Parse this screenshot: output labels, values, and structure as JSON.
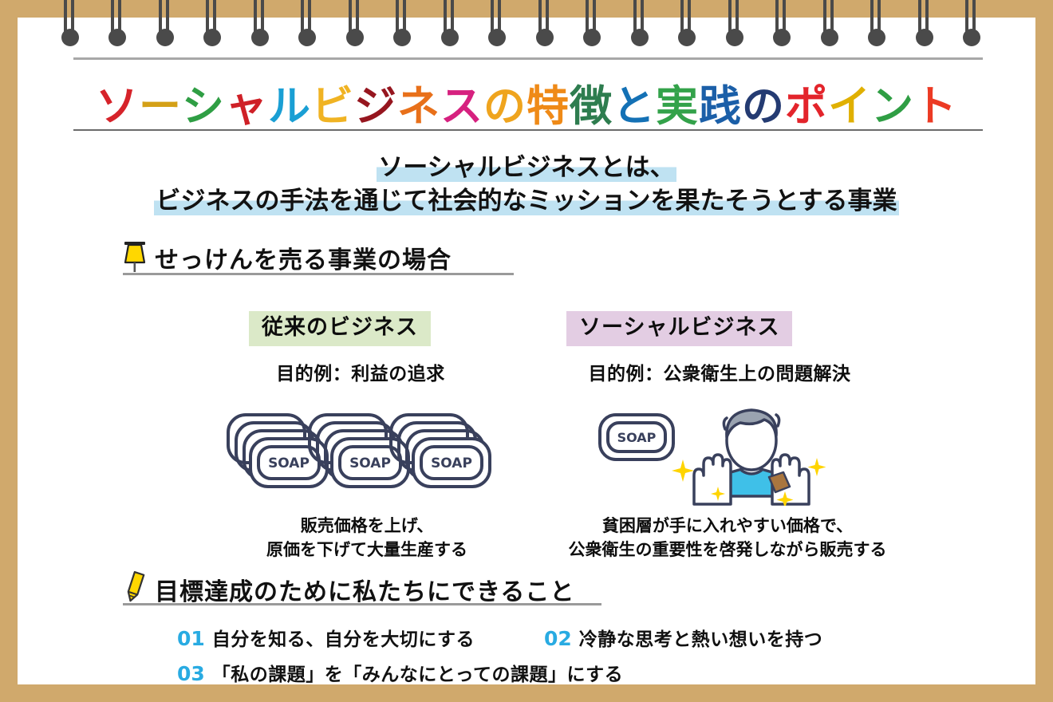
{
  "page": {
    "border_color": "#d0a96c",
    "background": "#ffffff"
  },
  "title": {
    "full_text": "ソーシャルビジネスの特徴と実践のポイント",
    "chars": [
      {
        "c": "ソ",
        "color": "#d6232a"
      },
      {
        "c": "ー",
        "color": "#d4a017"
      },
      {
        "c": "シ",
        "color": "#2f9e44"
      },
      {
        "c": "ャ",
        "color": "#cf2027"
      },
      {
        "c": "ル",
        "color": "#1a9fd4"
      },
      {
        "c": "ビ",
        "color": "#f0b323"
      },
      {
        "c": "ジ",
        "color": "#96161f"
      },
      {
        "c": "ネ",
        "color": "#e8701a"
      },
      {
        "c": "ス",
        "color": "#d6217f"
      },
      {
        "c": "の",
        "color": "#efa41e"
      },
      {
        "c": "特",
        "color": "#ef8a17"
      },
      {
        "c": "徴",
        "color": "#2e7d4f"
      },
      {
        "c": "と",
        "color": "#1471b5"
      },
      {
        "c": "実",
        "color": "#33a24a"
      },
      {
        "c": "践",
        "color": "#1b5fa8"
      },
      {
        "c": "の",
        "color": "#243b72"
      },
      {
        "c": "ポ",
        "color": "#e3242b"
      },
      {
        "c": "イ",
        "color": "#e0b000"
      },
      {
        "c": "ン",
        "color": "#2f9e44"
      },
      {
        "c": "ト",
        "color": "#ec3a24"
      }
    ]
  },
  "subtitle": {
    "line1": "ソーシャルビジネスとは、",
    "line2": "ビジネスの手法を通じて社会的なミッションを果たそうとする事業",
    "highlight_color": "#bfe2f2"
  },
  "section_case": {
    "icon": "pushpin-icon",
    "heading": "せっけんを売る事業の場合"
  },
  "comparison": {
    "left": {
      "label": "従来のビジネス",
      "label_bg": "#dbe9c8",
      "purpose": "目的例：利益の追求",
      "illustration": "soap-bars-stack-icon",
      "caption_line1": "販売価格を上げ、",
      "caption_line2": "原価を下げて大量生産する"
    },
    "right": {
      "label": "ソーシャルビジネス",
      "label_bg": "#e3cde3",
      "purpose": "目的例：公衆衛生上の問題解決",
      "illustration": "soap-bar-and-person-icon",
      "caption_line1": "貧困層が手に入れやすい価格で、",
      "caption_line2": "公衆衛生の重要性を啓発しながら販売する"
    },
    "soap_label": "SOAP"
  },
  "section_actions": {
    "icon": "pencil-icon",
    "heading": "目標達成のために私たちにできること",
    "number_color": "#29abe2",
    "points": [
      {
        "num": "01",
        "text": "自分を知る、自分を大切にする"
      },
      {
        "num": "02",
        "text": "冷静な思考と熱い想いを持つ"
      },
      {
        "num": "03",
        "text": "「私の課題」を「みんなにとっての課題」にする"
      }
    ]
  }
}
